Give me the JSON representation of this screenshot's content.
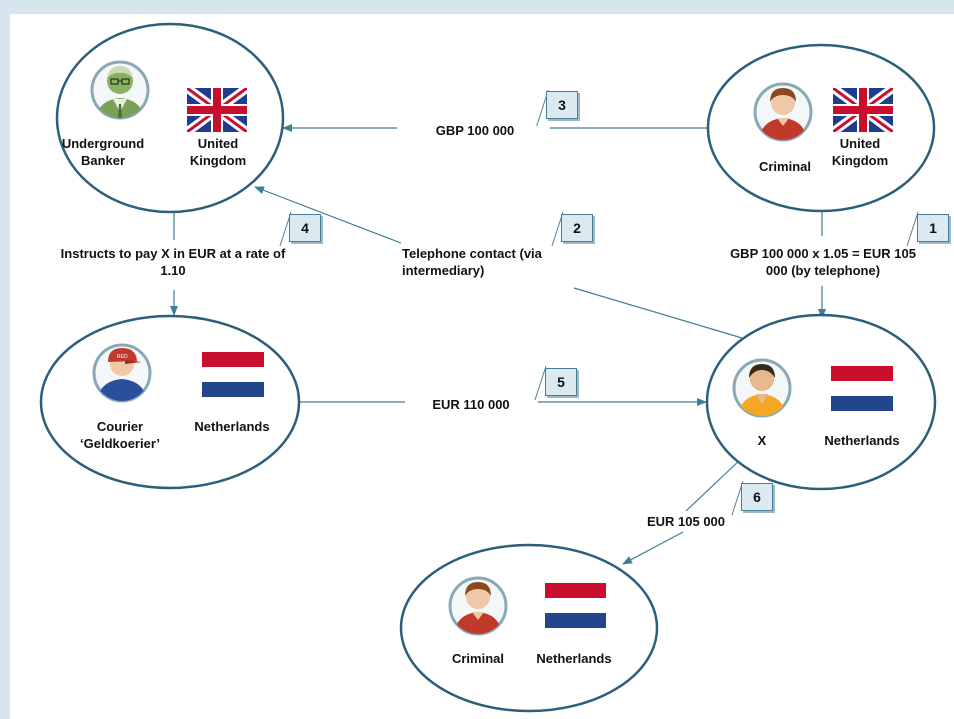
{
  "colors": {
    "background": "#d5e6ee",
    "line": "#3e7f93",
    "node_border": "#2c5f7a",
    "avatar_ring": "#8aa9b5"
  },
  "nodes": {
    "banker": {
      "name": "Underground Banker",
      "country": "United Kingdom",
      "avatar_icon": "banker-avatar-icon",
      "flag_icon": "uk-flag-icon"
    },
    "criminal_uk": {
      "name": "Criminal",
      "country": "United Kingdom",
      "avatar_icon": "criminal-avatar-icon",
      "flag_icon": "uk-flag-icon"
    },
    "courier": {
      "name": "Courier ‘Geldkoerier’",
      "country": "Netherlands",
      "avatar_icon": "courier-avatar-icon",
      "flag_icon": "netherlands-flag-icon"
    },
    "x": {
      "name": "X",
      "country": "Netherlands",
      "avatar_icon": "x-avatar-icon",
      "flag_icon": "netherlands-flag-icon"
    },
    "criminal_nl": {
      "name": "Criminal",
      "country": "Netherlands",
      "avatar_icon": "criminal-avatar-icon",
      "flag_icon": "netherlands-flag-icon"
    }
  },
  "edges": {
    "e1": {
      "step": "1",
      "label": "GBP 100 000 x 1.05 = EUR 105 000 (by telephone)"
    },
    "e2": {
      "step": "2",
      "label": "Telephone contact (via intermediary)"
    },
    "e3": {
      "step": "3",
      "label": "GBP 100 000"
    },
    "e4": {
      "step": "4",
      "label": "Instructs to pay X in EUR at a rate of 1.10"
    },
    "e5": {
      "step": "5",
      "label": "EUR 110 000"
    },
    "e6": {
      "step": "6",
      "label": "EUR 105 000"
    }
  }
}
